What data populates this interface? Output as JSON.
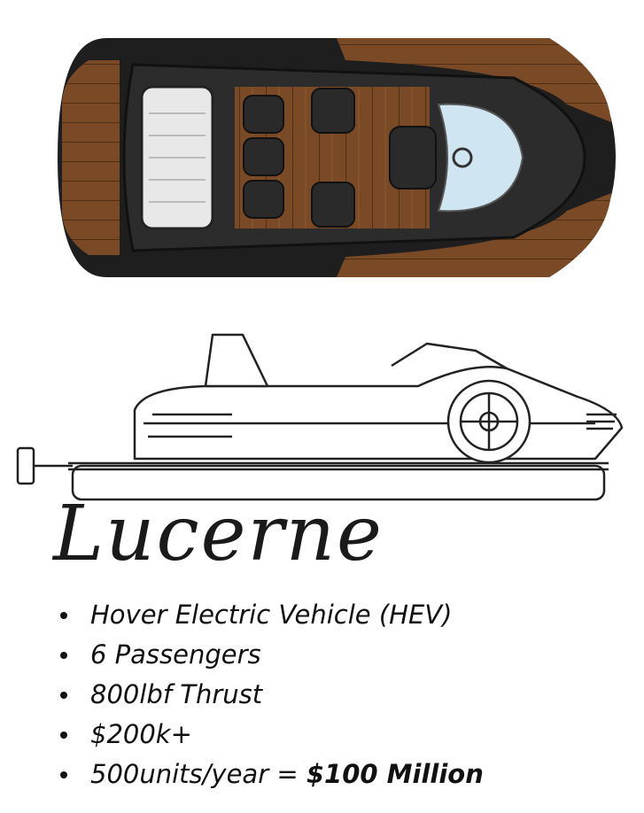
{
  "title": "Lucerne",
  "specs": [
    "Hover Electric Vehicle (HEV)",
    "6 Passengers",
    "800lbf Thrust",
    "$200k+"
  ],
  "last_spec": {
    "prefix": "500units/year = ",
    "highlight": "$100 Million"
  },
  "colors": {
    "wood": "#7a4a26",
    "hull": "#2c2c2c",
    "glass": "#cfe6f2"
  }
}
